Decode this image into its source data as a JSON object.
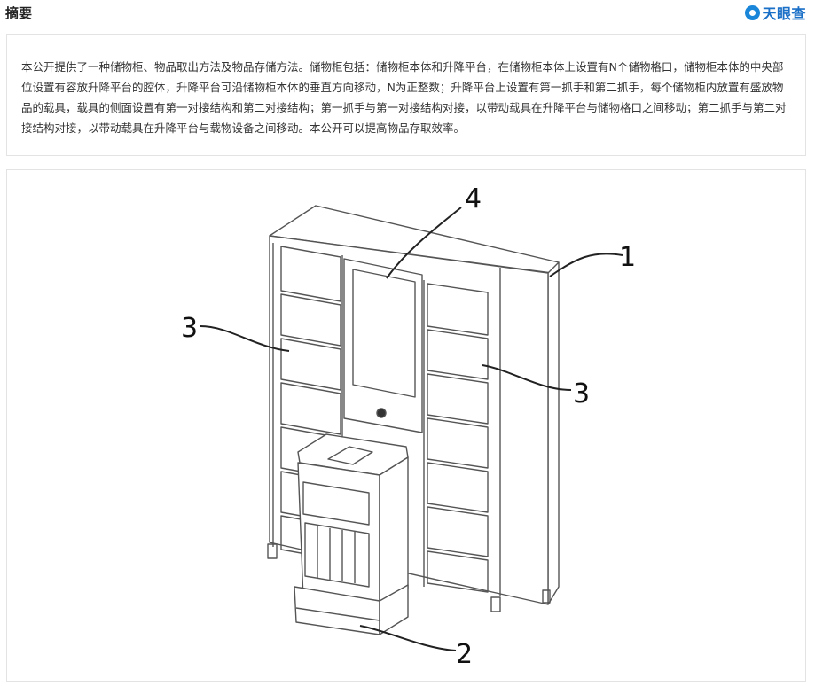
{
  "header": {
    "title": "摘要",
    "logo_text": "天眼查"
  },
  "abstract": {
    "text": "本公开提供了一种储物柜、物品取出方法及物品存储方法。储物柜包括：储物柜本体和升降平台，在储物柜本体上设置有N个储物格口，储物柜本体的中央部位设置有容放升降平台的腔体，升降平台可沿储物柜本体的垂直方向移动，N为正整数；升降平台上设置有第一抓手和第二抓手，每个储物柜内放置有盛放物品的载具，载具的侧面设置有第一对接结构和第二对接结构；第一抓手与第一对接结构对接，以带动载具在升降平台与储物格口之间移动；第二抓手与第二对接结构对接，以带动载具在升降平台与载物设备之间移动。本公开可以提高物品存取效率。"
  },
  "figure": {
    "labels": {
      "label_1": "1",
      "label_2": "2",
      "label_3_left": "3",
      "label_3_right": "3",
      "label_4": "4"
    }
  }
}
